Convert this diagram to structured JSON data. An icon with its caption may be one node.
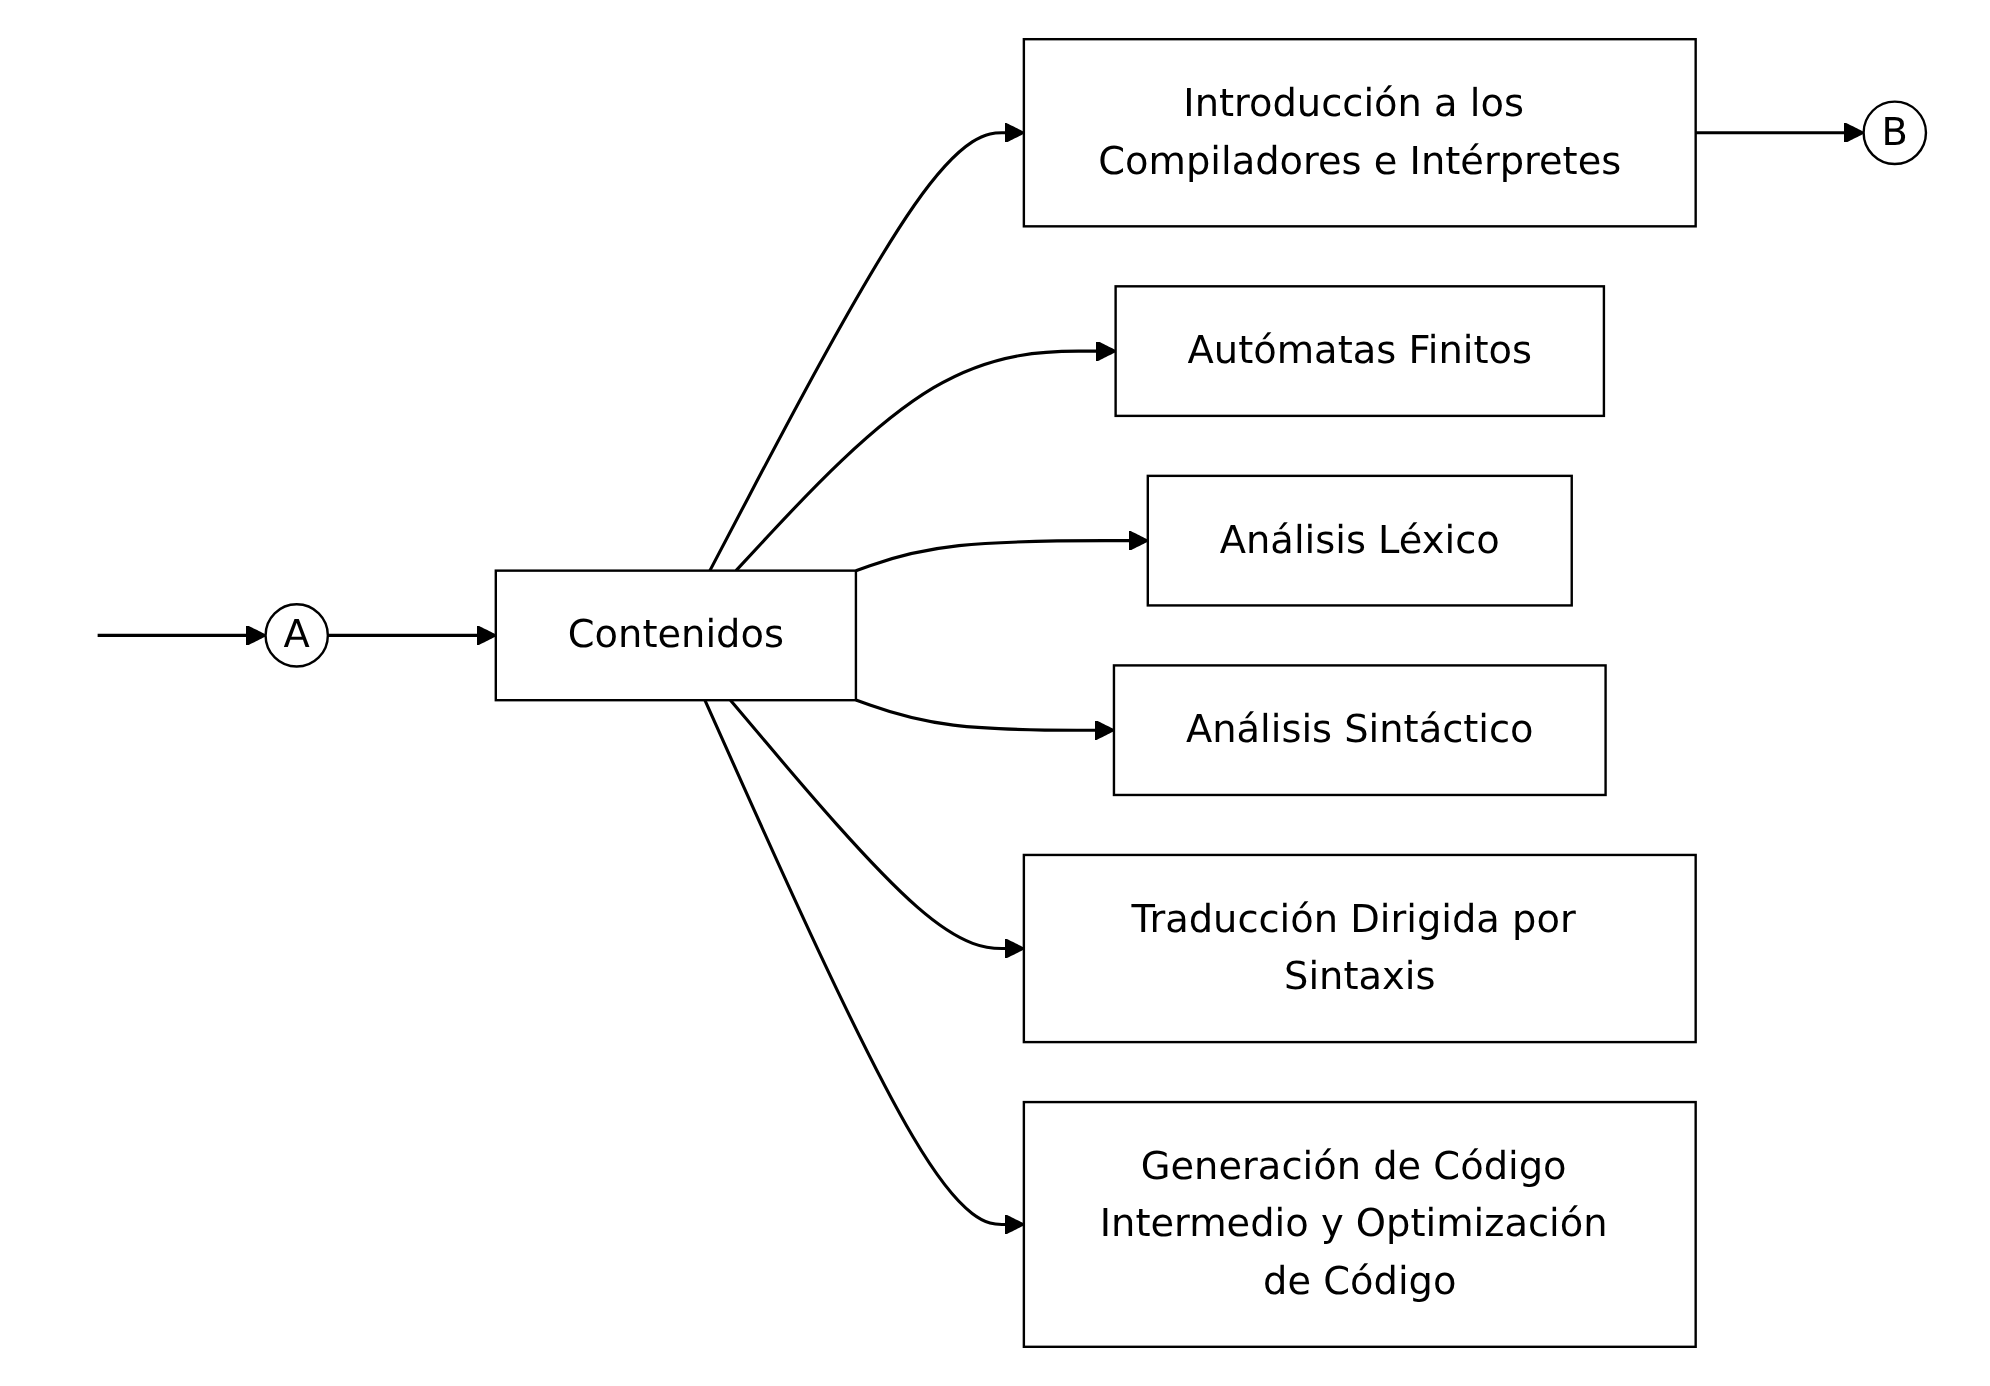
{
  "diagram": {
    "nodes": [
      {
        "text": [
          "A"
        ]
      },
      {
        "text": [
          "Contenidos"
        ]
      },
      {
        "text": [
          "Introducción a los Compiladores e Intérpretes"
        ]
      },
      {
        "text": [
          "B"
        ]
      },
      {
        "text": [
          "Autómatas Finitos"
        ]
      },
      {
        "text": [
          "Análisis Léxico"
        ]
      },
      {
        "text": [
          "Análisis Sintáctico"
        ]
      },
      {
        "text": [
          "Traducción Dirigida por Sintaxis"
        ]
      },
      {
        "text": [
          "Generación de Código Intermedio y Optimización de Código"
        ]
      }
    ],
    "edges": [
      {
        "from": null,
        "to": 0,
        "arrow": "to"
      },
      {
        "from": 0,
        "to": 1,
        "arrow": "to"
      },
      {
        "from": 1,
        "to": 2,
        "arrow": "to"
      },
      {
        "from": 1,
        "to": 4,
        "arrow": "to"
      },
      {
        "from": 1,
        "to": 5,
        "arrow": "to"
      },
      {
        "from": 1,
        "to": 6,
        "arrow": "to"
      },
      {
        "from": 1,
        "to": 7,
        "arrow": "to"
      },
      {
        "from": 1,
        "to": 8,
        "arrow": "to"
      },
      {
        "from": 2,
        "to": 3,
        "arrow": "to"
      }
    ]
  }
}
